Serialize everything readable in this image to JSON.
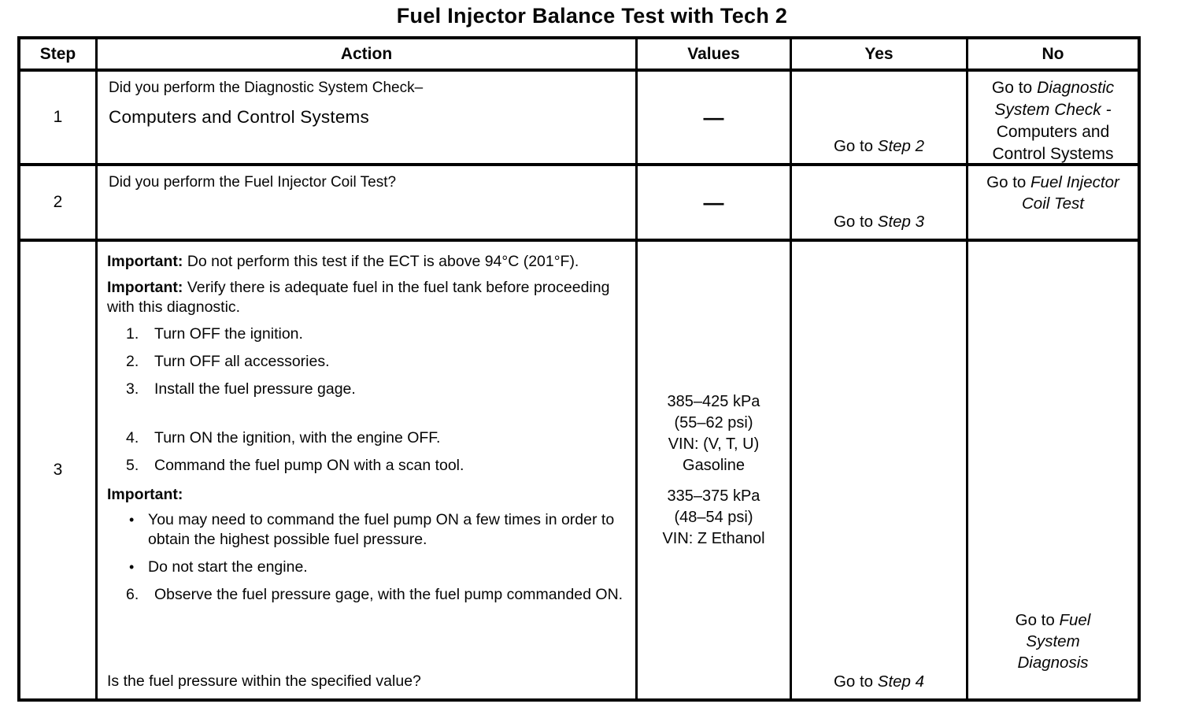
{
  "title": "Fuel Injector Balance Test with Tech 2",
  "table": {
    "headers": {
      "step": "Step",
      "action": "Action",
      "values": "Values",
      "yes": "Yes",
      "no": "No"
    },
    "row1": {
      "step": "1",
      "action_line1": "Did you perform the Diagnostic System Check–",
      "action_line2": "Computers and Control Systems",
      "values": "—",
      "yes": {
        "prefix": "Go to ",
        "italic": "Step 2"
      },
      "no": {
        "prefix": "Go to ",
        "italic": "Diagnostic System Check - ",
        "suffix": "Computers and Control Systems"
      }
    },
    "row2": {
      "step": "2",
      "action": "Did you perform the Fuel Injector Coil Test?",
      "values": "—",
      "yes": {
        "prefix": "Go to ",
        "italic": "Step 3"
      },
      "no": {
        "prefix": "Go to ",
        "italic": "Fuel Injector Coil Test"
      }
    },
    "row3": {
      "step": "3",
      "important1": {
        "label": "Important:",
        "text": " Do not perform this test if the ECT is above 94°C (201°F)."
      },
      "important2": {
        "label": "Important:",
        "text": " Verify there is adequate fuel in the fuel tank before proceeding with this diagnostic."
      },
      "steps": [
        {
          "num": "1.",
          "text": "Turn OFF the ignition."
        },
        {
          "num": "2.",
          "text": "Turn OFF all accessories."
        },
        {
          "num": "3.",
          "text": "Install the fuel pressure gage."
        },
        {
          "num": "4.",
          "text": "Turn ON the ignition, with the engine OFF."
        },
        {
          "num": "5.",
          "text": "Command the fuel pump ON with a scan tool."
        }
      ],
      "important3": "Important:",
      "bullet_glyph": "•",
      "bullets": [
        "You may need to command the fuel pump ON a few times in order to obtain the highest possible fuel pressure.",
        "Do not start the engine."
      ],
      "step6": {
        "num": "6.",
        "text": "Observe the fuel pressure gage, with the fuel pump commanded ON."
      },
      "question": "Is the fuel pressure within the specified value?",
      "values_block1": [
        "385–425 kPa",
        "(55–62 psi)",
        "VIN: (V, T, U)",
        "Gasoline"
      ],
      "values_block2": [
        "335–375 kPa",
        "(48–54 psi)",
        "VIN: Z Ethanol"
      ],
      "yes": {
        "prefix": "Go to ",
        "italic": "Step 4"
      },
      "no": {
        "prefix": "Go to ",
        "italic": "Fuel System Diagnosis"
      }
    }
  }
}
